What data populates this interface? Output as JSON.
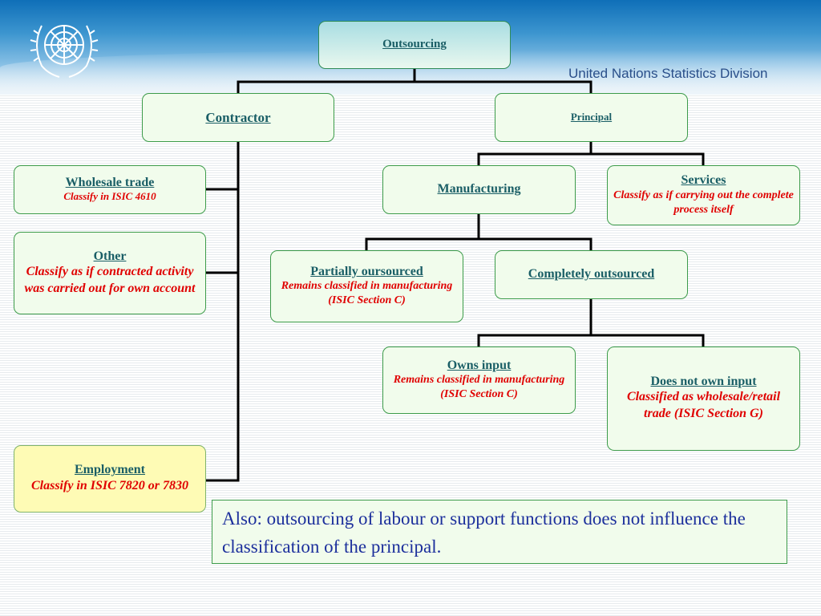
{
  "header": {
    "division_name": "United Nations Statistics Division"
  },
  "colors": {
    "node_fill": "#f1fcec",
    "node_border": "#3c9b4a",
    "highlight_fill": "#fefbb5",
    "title_text": "#1a5e66",
    "rule_text": "#e00000",
    "note_text": "#1c2f9c"
  },
  "nodes": {
    "outsourcing": {
      "title": "Outsourcing"
    },
    "contractor": {
      "title": "Contractor"
    },
    "principal": {
      "title": "Principal"
    },
    "wholesale_trade": {
      "title": "Wholesale trade",
      "desc": "Classify in ISIC 4610"
    },
    "other": {
      "title": "Other",
      "desc": "Classify as if contracted activity was carried out for own account"
    },
    "employment": {
      "title": "Employment",
      "desc": "Classify in ISIC 7820 or 7830"
    },
    "manufacturing": {
      "title": "Manufacturing"
    },
    "services": {
      "title": "Services",
      "desc": "Classify as if carrying out the complete process itself"
    },
    "partially_outsourced": {
      "title": "Partially oursourced",
      "desc": "Remains classified in manufacturing (ISIC Section C)"
    },
    "completely_outsourced": {
      "title": "Completely outsourced"
    },
    "owns_input": {
      "title": "Owns input",
      "desc": "Remains classified in manufacturing (ISIC Section C)"
    },
    "does_not_own_input": {
      "title": "Does not own input",
      "desc": "Classified as wholesale/retail trade (ISIC Section G)"
    }
  },
  "note": "Also: outsourcing of labour or support functions does not influence the classification of the principal."
}
